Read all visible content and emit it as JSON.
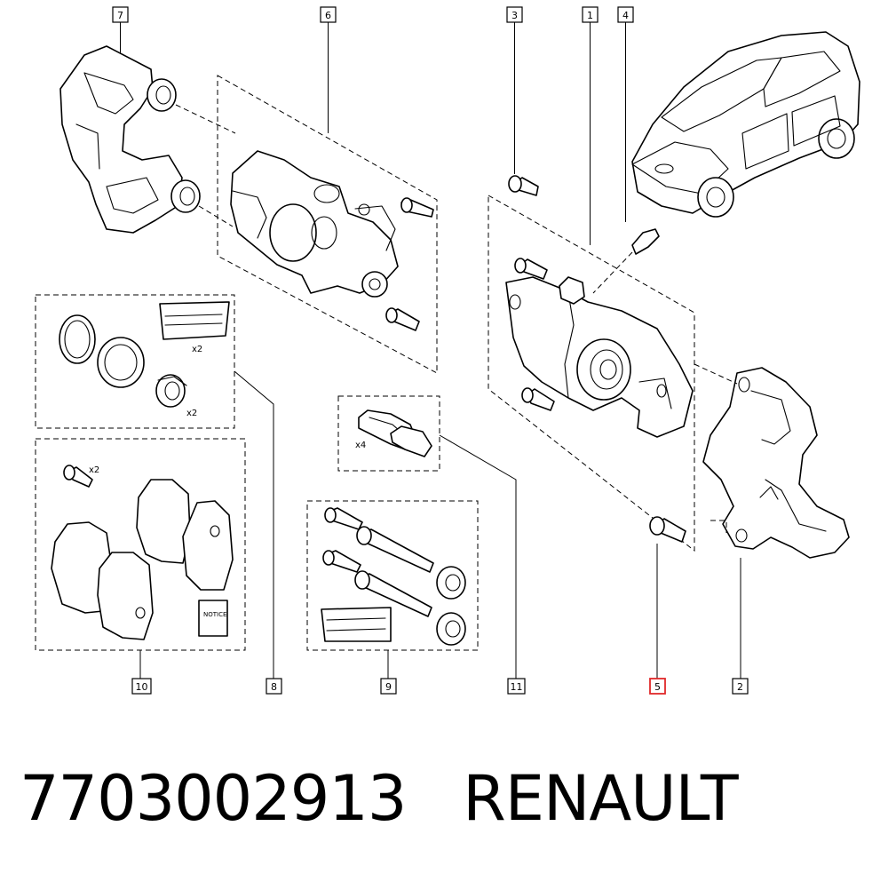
{
  "callouts": {
    "c1": "1",
    "c2": "2",
    "c3": "3",
    "c4": "4",
    "c5": "5",
    "c6": "6",
    "c7": "7",
    "c8": "8",
    "c9": "9",
    "c10": "10",
    "c11": "11"
  },
  "quantity_labels": {
    "gasket_pack": "x2",
    "bushing": "x2",
    "bolts_pads": "x2",
    "clips": "x4"
  },
  "notice_text": "NOTICE",
  "caption": {
    "part_number": "7703002913",
    "brand": "RENAULT"
  },
  "highlight_color": "#e0282a"
}
